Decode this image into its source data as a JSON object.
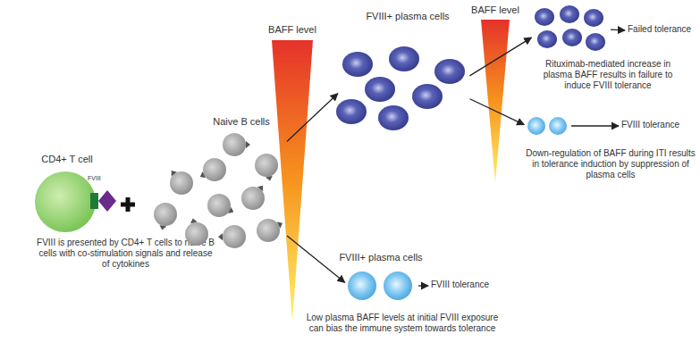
{
  "diagram": {
    "nodes": [
      {
        "text": [
          "CD4+ T cell",
          "FVIII",
          "FVIII is presented by CD4+ T cells to naive B cells with co-stimulation signals and release of cytokines"
        ]
      },
      {
        "text": [
          "Naive B cells"
        ]
      },
      {
        "text": [
          "FVIII+ plasma cells"
        ]
      },
      {
        "text": [
          "Rituximab-mediated increase in plasma BAFF results in failure to induce FVIII tolerance"
        ]
      },
      {
        "text": [
          "Failed tolerance"
        ]
      },
      {
        "text": [
          "Down-regulation of BAFF during ITI results in tolerance induction by suppression of plasma cells"
        ]
      },
      {
        "text": [
          "FVIII tolerance"
        ]
      },
      {
        "text": [
          "FVIII+ plasma cells"
        ]
      },
      {
        "text": [
          "FVIII tolerance"
        ]
      }
    ],
    "edges": [
      {
        "from": 1,
        "to": 2,
        "arrow": "to"
      },
      {
        "from": 1,
        "to": 7,
        "arrow": "to"
      },
      {
        "from": 2,
        "to": 3,
        "arrow": "to"
      },
      {
        "from": 2,
        "to": 5,
        "arrow": "to"
      },
      {
        "from": 3,
        "to": 4,
        "arrow": "to"
      },
      {
        "from": 5,
        "to": 6,
        "arrow": "to"
      },
      {
        "from": 7,
        "to": 8,
        "arrow": "to"
      }
    ],
    "labels": [
      "BAFF level",
      "BAFF level",
      "Low plasma BAFF levels at initial FVIII exposure can bias the immune system towards tolerance"
    ]
  }
}
